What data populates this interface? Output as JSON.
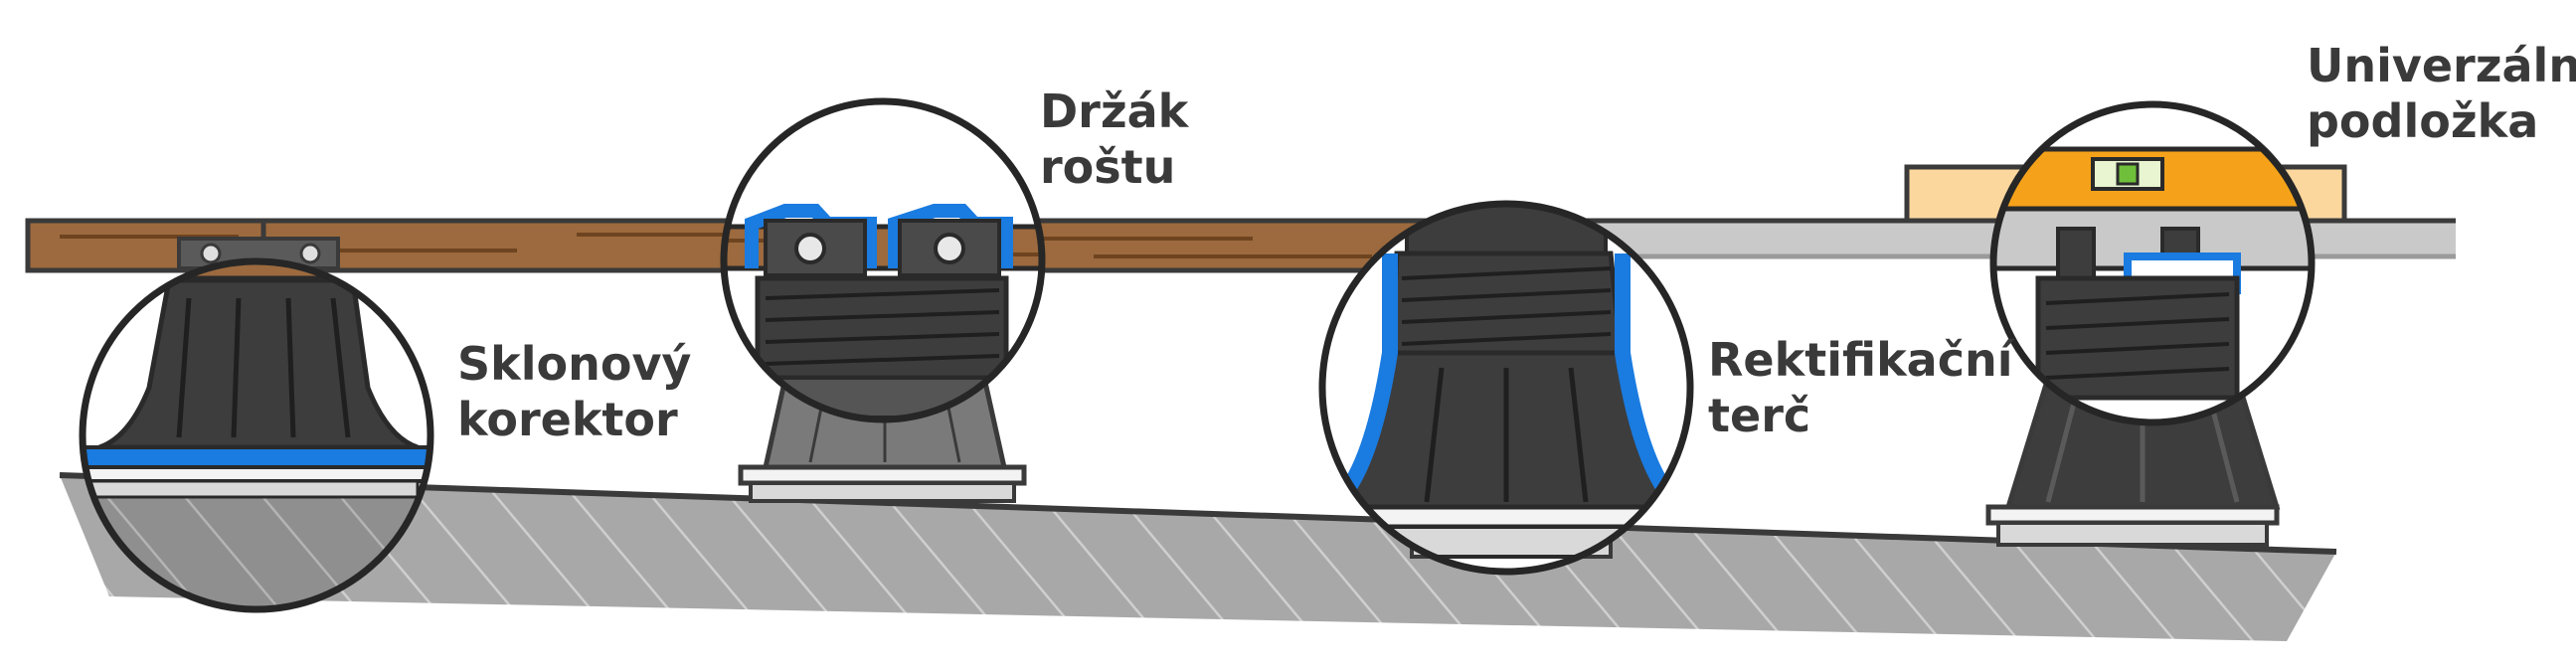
{
  "labels": {
    "slope_corrector": {
      "line1": "Sklonový",
      "line2": "korektor"
    },
    "joist_holder": {
      "line1": "Držák",
      "line2": "roštu"
    },
    "leveling_target": {
      "line1": "Rektifikační",
      "line2": "terč"
    },
    "universal_pad": {
      "line1": "Univerzální",
      "line2": "podložka"
    }
  },
  "colors": {
    "accent_blue": "#1a7be0",
    "wood": "#9c6a3e",
    "wood_dark": "#6e4420",
    "plastic": "#3d3d3d",
    "plastic_light": "#5a5a5a",
    "ground": "#a8a8a8",
    "level_orange": "#f5a21a",
    "plank_beige": "#fbd79e",
    "rail_gray": "#c9c9c9"
  }
}
